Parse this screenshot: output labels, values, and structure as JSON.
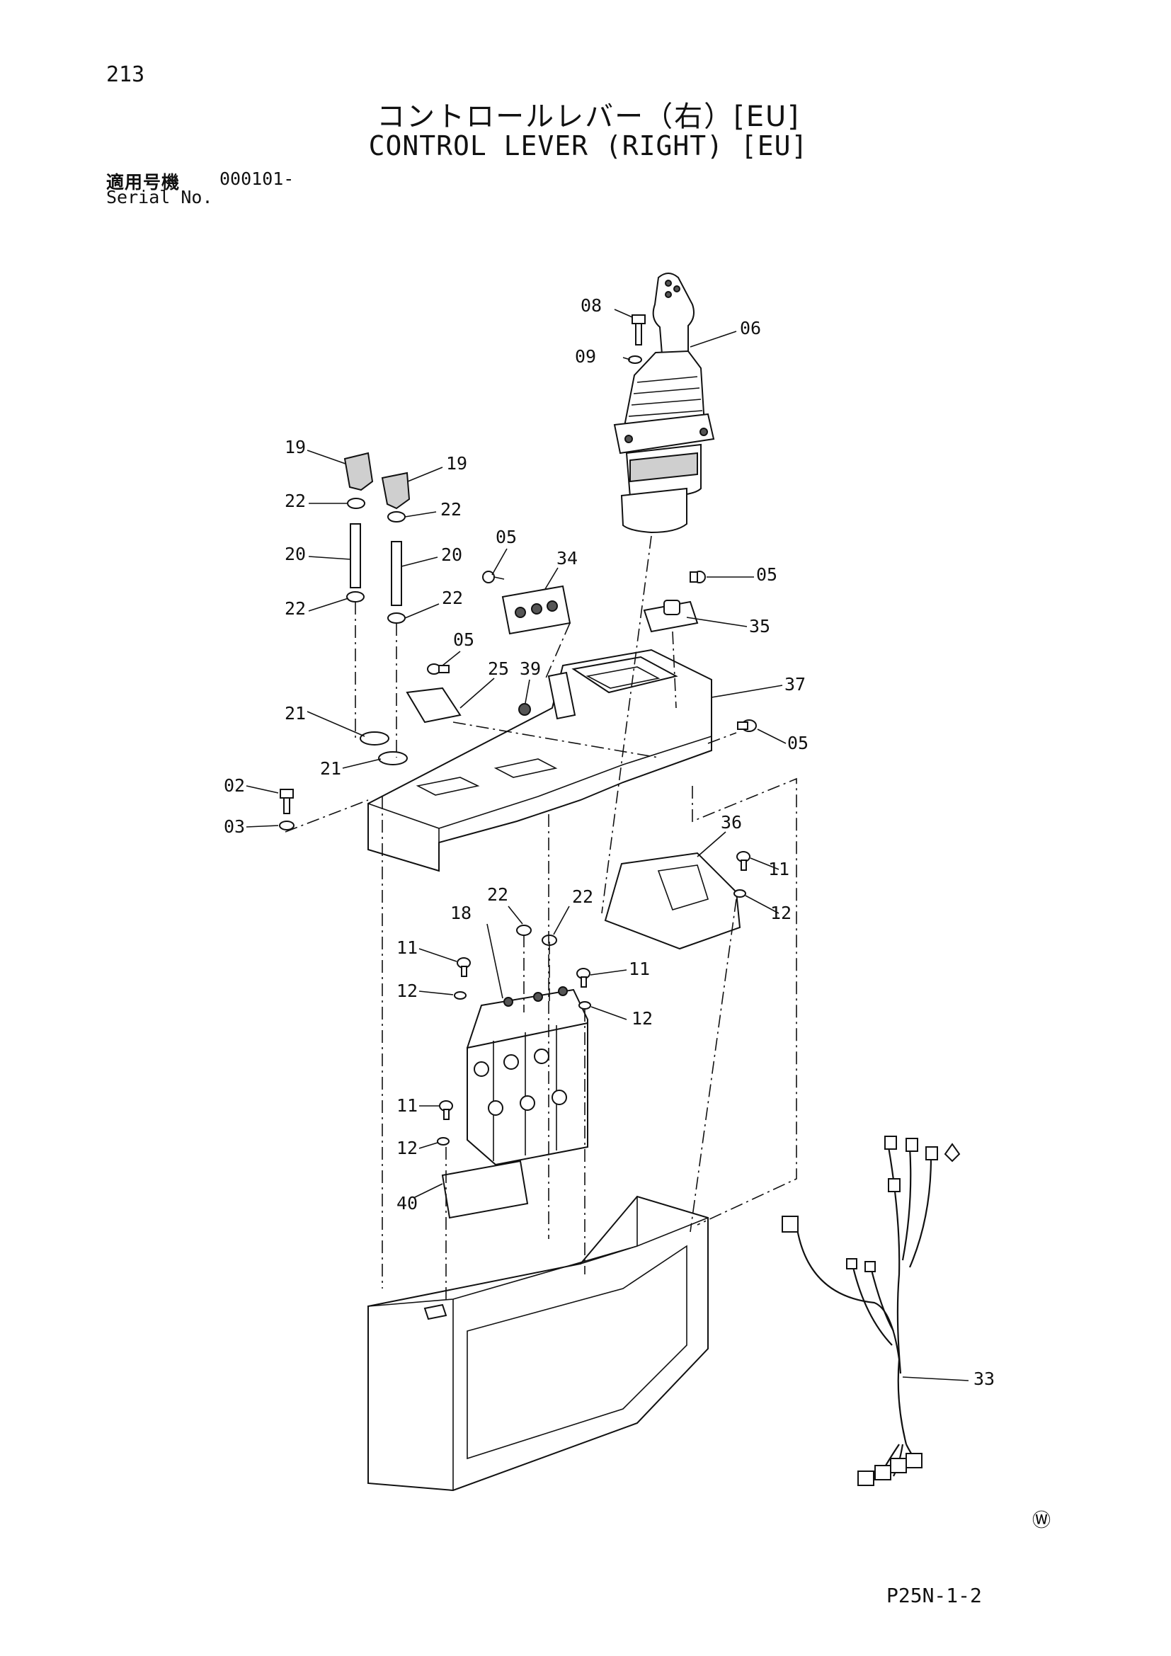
{
  "page_number": "213",
  "title_jp": "コントロールレバー（右）[EU]",
  "title_en": "CONTROL LEVER (RIGHT) [EU]",
  "serial": {
    "label_jp": "適用号機",
    "label_en": "Serial No.",
    "value": "000101-"
  },
  "drawing_code": "P25N-1-2",
  "watermark_symbol": "Ⓦ",
  "callouts": {
    "c08": "08",
    "c06": "06",
    "c09": "09",
    "c19a": "19",
    "c19b": "19",
    "c22a": "22",
    "c22b": "22",
    "c22c": "22",
    "c22d": "22",
    "c20a": "20",
    "c20b": "20",
    "c05a": "05",
    "c05b": "05",
    "c05c": "05",
    "c05d": "05",
    "c34": "34",
    "c35": "35",
    "c25": "25",
    "c39": "39",
    "c37": "37",
    "c21a": "21",
    "c21b": "21",
    "c02": "02",
    "c03": "03",
    "c36": "36",
    "c11a": "11",
    "c11b": "11",
    "c11c": "11",
    "c11d": "11",
    "c12a": "12",
    "c12b": "12",
    "c12c": "12",
    "c12d": "12",
    "c22e": "22",
    "c22f": "22",
    "c18": "18",
    "c40": "40",
    "c33": "33"
  }
}
